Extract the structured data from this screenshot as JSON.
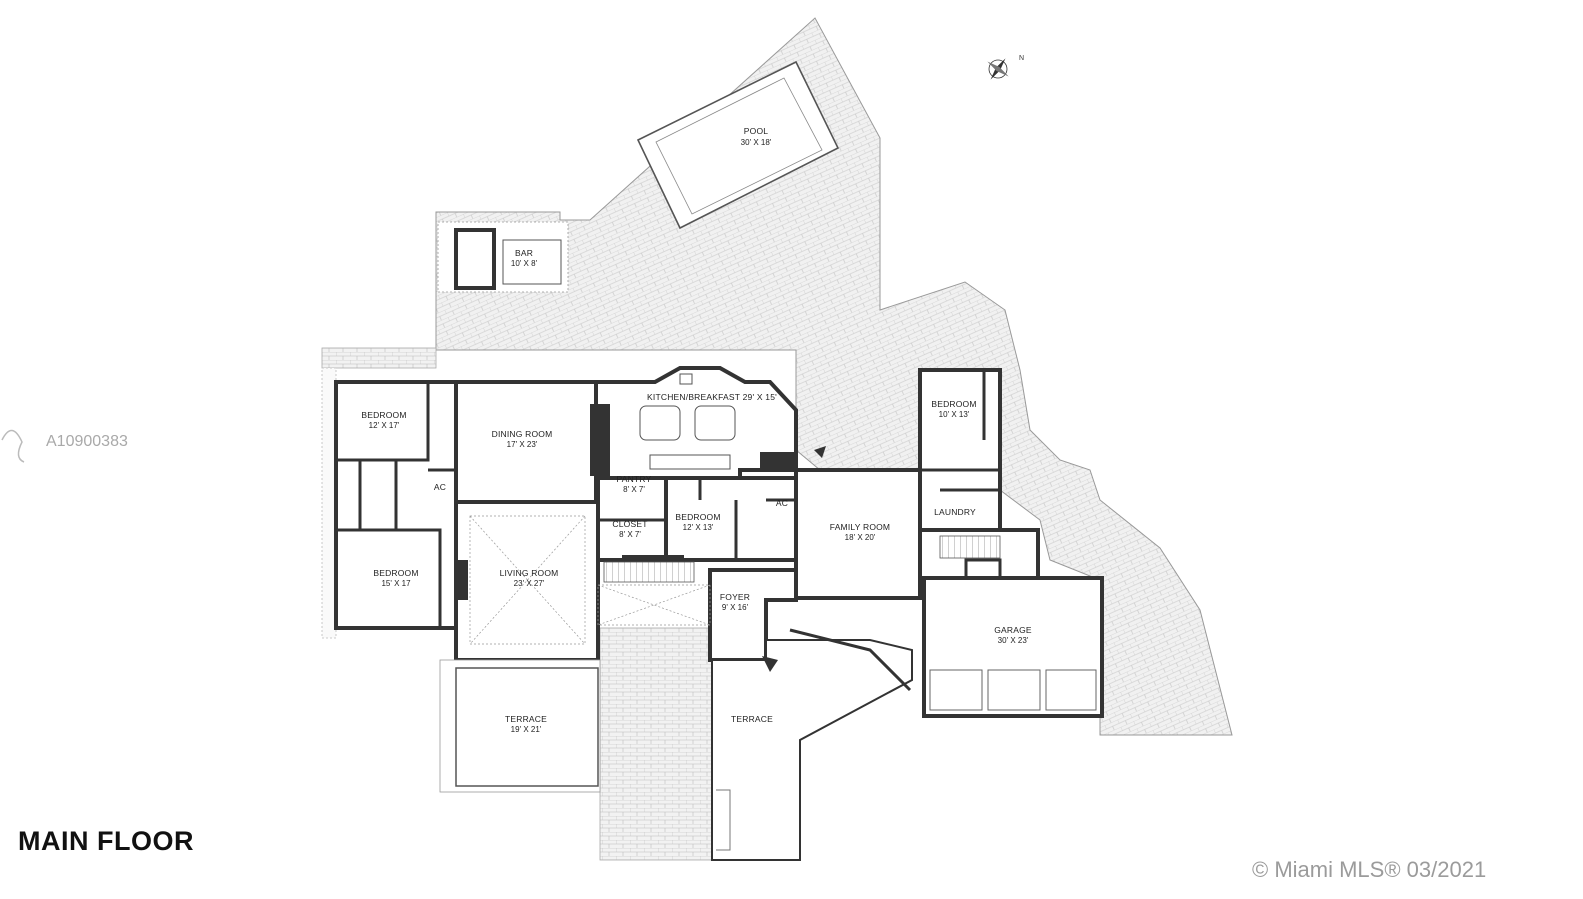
{
  "plan_title": "MAIN FLOOR",
  "listing_id": "A10900383",
  "watermark": "© Miami MLS® 03/2021",
  "compass_label": "N",
  "rooms": {
    "pool": {
      "name": "POOL",
      "dim": "30' X 18'"
    },
    "bar": {
      "name": "BAR",
      "dim": "10' X 8'"
    },
    "kitchen": {
      "name": "KITCHEN/BREAKFAST 29' X 15'"
    },
    "bedroom_nw": {
      "name": "BEDROOM",
      "dim": "12' X 17'"
    },
    "dining": {
      "name": "DINING ROOM",
      "dim": "17' X 23'"
    },
    "bedroom_ne": {
      "name": "BEDROOM",
      "dim": "10' X 13'"
    },
    "pantry": {
      "name": "PANTRY",
      "dim": "8' X 7'"
    },
    "ac_west": {
      "name": "AC"
    },
    "ac_center": {
      "name": "AC"
    },
    "bedroom_c": {
      "name": "BEDROOM",
      "dim": "12' X 13'"
    },
    "closet": {
      "name": "CLOSET",
      "dim": "8' X 7'"
    },
    "family": {
      "name": "FAMILY ROOM",
      "dim": "18' X 20'"
    },
    "laundry": {
      "name": "LAUNDRY"
    },
    "bedroom_sw": {
      "name": "BEDROOM",
      "dim": "15' X 17"
    },
    "living": {
      "name": "LIVING ROOM",
      "dim": "23' X 27'"
    },
    "foyer": {
      "name": "FOYER",
      "dim": "9' X 16'"
    },
    "garage": {
      "name": "GARAGE",
      "dim": "30' X 23'"
    },
    "terrace_w": {
      "name": "TERRACE",
      "dim": "19' X 21'"
    },
    "terrace_e": {
      "name": "TERRACE"
    }
  }
}
